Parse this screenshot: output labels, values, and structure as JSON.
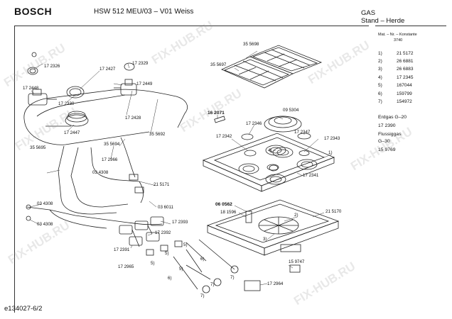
{
  "header": {
    "brand": "BOSCH",
    "model": "HSW 512 MEU/03 – V01 Weiss",
    "category_line1": "GAS",
    "category_line2": "Stand – Herde",
    "document_code": "e134027-6/2"
  },
  "legend": {
    "heading": "Mat. – Nr. – Konstante",
    "heading_sub": "3740",
    "rows": [
      {
        "key": "1)",
        "value": "21 5172"
      },
      {
        "key": "2)",
        "value": "26 6881"
      },
      {
        "key": "3)",
        "value": "26 6883"
      },
      {
        "key": "4)",
        "value": "17 2345"
      },
      {
        "key": "5)",
        "value": "167044"
      },
      {
        "key": "6)",
        "value": "159799"
      },
      {
        "key": "7)",
        "value": "154972"
      }
    ]
  },
  "gas_notes": {
    "erdgas_label": "Erdgas G–20",
    "erdgas_part": "17 2390",
    "fluessiggas_label": "Flussiggas",
    "fluessiggas_sub": "G–30",
    "fluessiggas_part": "15 9769"
  },
  "parts": {
    "p172326": "17 2326",
    "p172427": "17 2427",
    "p172329": "17 2329",
    "p172448": "17 2448",
    "p172449": "17 2449",
    "p172330": "17 2330",
    "p172428": "17 2428",
    "p172447": "17 2447",
    "p355692": "35 5692",
    "p355695": "35 5695",
    "p355694": "35 5694",
    "p172966": "17 2966",
    "p034308a": "03 4308",
    "p215171": "21 5171",
    "p034308b": "03 4308",
    "p034308c": "03 4308",
    "p036011": "03 6011",
    "p172393": "17 2393",
    "p172392": "17 2392",
    "p172391": "17 2391",
    "p172965": "17 2965",
    "p355698": "35 5698",
    "p355697": "35 5697",
    "p162071": "16 2071",
    "p095304": "09 5304",
    "p172346": "17 2346",
    "p172347": "17 2347",
    "p172342": "17 2342",
    "p172343": "17 2343",
    "p172341": "17 2341",
    "p060562": "06 0562",
    "p181596": "18 1596",
    "p215170": "21 5170",
    "p159747": "15 9747",
    "p172964": "17 2964"
  },
  "callouts": {
    "c1": "1)",
    "c2": "2)",
    "c3": "3)",
    "c4": "4)",
    "c5a": "5)",
    "c5b": "5)",
    "c5c": "5)",
    "c5d": "5)",
    "c6a": "6)",
    "c6b": "6)",
    "c7a": "7)",
    "c7b": "7)",
    "c7c": "7)"
  },
  "watermark": "FIX-HUB.RU"
}
